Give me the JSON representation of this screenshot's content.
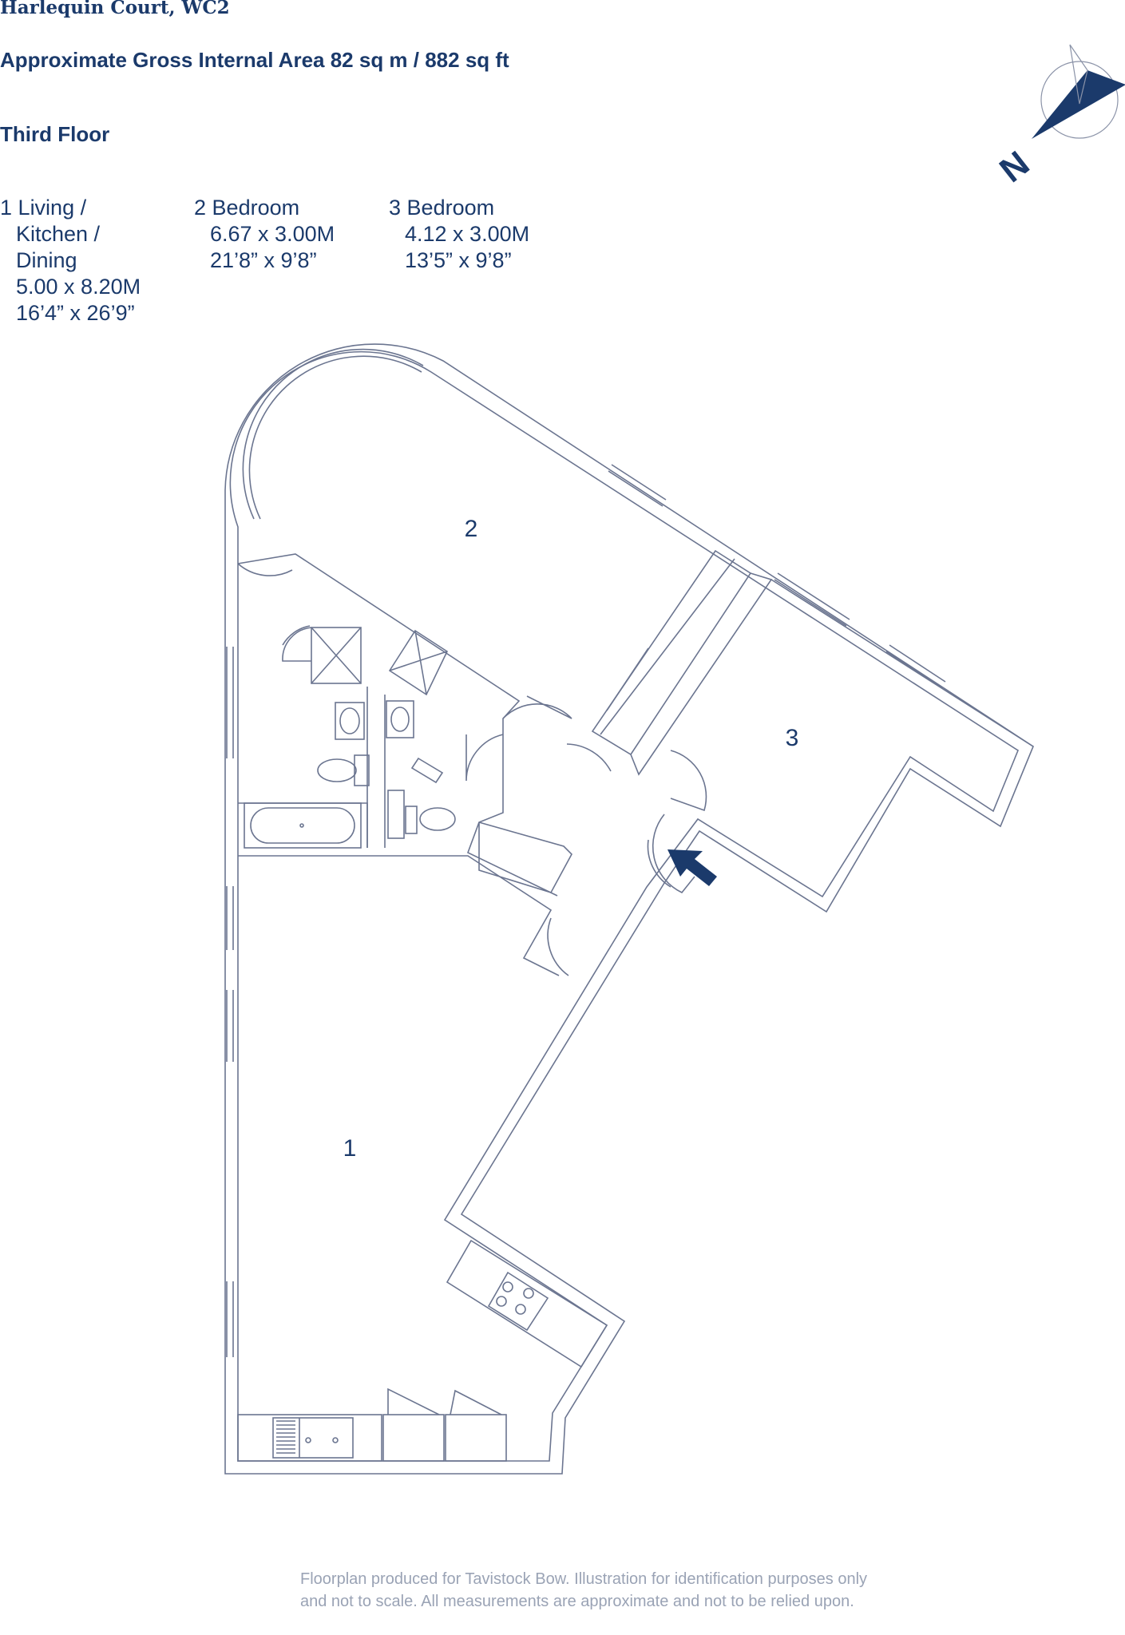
{
  "header": {
    "title": "Harlequin Court, WC2",
    "area": "Approximate Gross Internal Area 82 sq m / 882 sq ft",
    "floor": "Third Floor"
  },
  "rooms": [
    {
      "number": "1",
      "lines": [
        "Living /",
        "Kitchen /",
        "Dining",
        "5.00 x 8.20M",
        "16’4” x 26’9”"
      ]
    },
    {
      "number": "2",
      "lines": [
        "Bedroom",
        "6.67 x 3.00M",
        "21’8” x 9’8”"
      ]
    },
    {
      "number": "3",
      "lines": [
        "Bedroom",
        "4.12 x 3.00M",
        "13’5” x 9’8”"
      ]
    }
  ],
  "plan_labels": {
    "room1": "1",
    "room2": "2",
    "room3": "3"
  },
  "compass": {
    "letter": "N"
  },
  "footer": {
    "disclaimer": "Floorplan produced for Tavistock Bow. Illustration for identification purposes only and not to scale. All measurements are approximate and not to be relied upon."
  },
  "colors": {
    "ink": "#1b3a6b",
    "wall": "#6b7590",
    "footer": "#9aa3b5"
  }
}
